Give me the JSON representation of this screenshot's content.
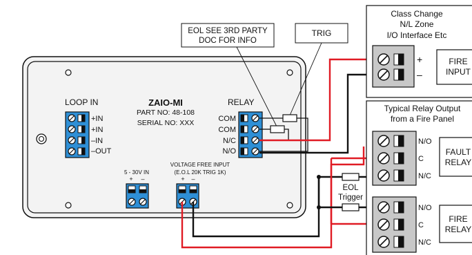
{
  "module": {
    "name": "ZAIO-MI",
    "part_no": "PART NO: 48-108",
    "serial_no": "SERIAL NO: XXX",
    "loop_in_title": "LOOP IN",
    "loop_in_pins": [
      "+IN",
      "+IN",
      "–IN",
      "–OUT"
    ],
    "relay_title": "RELAY",
    "relay_pins": [
      "COM",
      "COM",
      "N/C",
      "N/O"
    ],
    "supply_label": "5 - 30V IN",
    "vfi_label_1": "VOLTAGE FREE INPUT",
    "vfi_label_2": "(E.O.L 20K TRIG 1K)",
    "plus": "+",
    "minus": "–"
  },
  "callouts": {
    "eol_line1": "EOL SEE 3RD PARTY",
    "eol_line2": "DOC FOR INFO",
    "trig": "TRIG"
  },
  "class_change": {
    "line1": "Class Change",
    "line2": "N/L Zone",
    "line3": "I/O Interface Etc",
    "plus": "+",
    "minus": "–",
    "box_line1": "FIRE",
    "box_line2": "INPUT"
  },
  "relay_panel": {
    "title1": "Typical Relay Output",
    "title2": "from a Fire Panel",
    "fault_pins": [
      "N/O",
      "C",
      "N/C"
    ],
    "fault_box_1": "FAULT",
    "fault_box_2": "RELAY",
    "eol_1": "EOL",
    "eol_2": "Trigger",
    "fire_pins": [
      "N/O",
      "C",
      "N/C"
    ],
    "fire_box_1": "FIRE",
    "fire_box_2": "RELAY"
  },
  "colors": {
    "terminal_blue": "#2e8fd6",
    "terminal_grey": "#c8c8c8",
    "wire_red": "#e01b24",
    "wire_black": "#111111",
    "enclosure": "#f3f3f3"
  }
}
